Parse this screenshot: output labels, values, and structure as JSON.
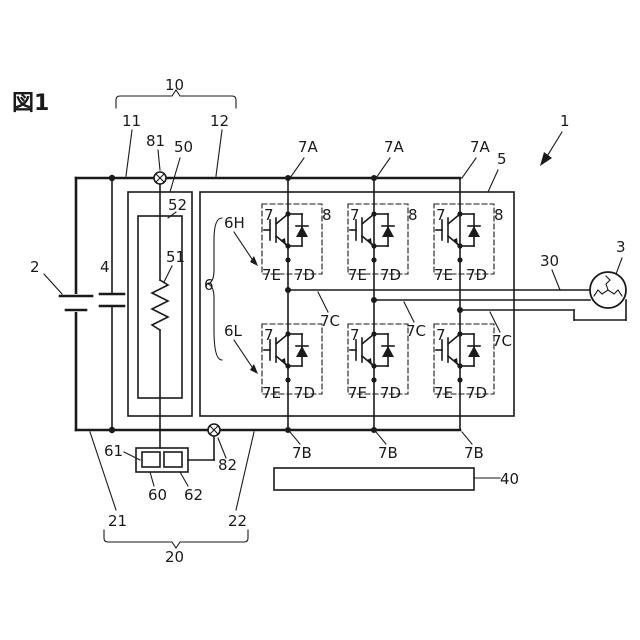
{
  "figure_label": "図1",
  "labels": {
    "l1": "1",
    "l2": "2",
    "l3": "3",
    "l4": "4",
    "l5": "5",
    "l6": "6",
    "l6H": "6H",
    "l6L": "6L",
    "l7": "7",
    "l7A": "7A",
    "l7B": "7B",
    "l7C": "7C",
    "l7D": "7D",
    "l7E": "7E",
    "l8": "8",
    "l10": "10",
    "l11": "11",
    "l12": "12",
    "l20": "20",
    "l21": "21",
    "l22": "22",
    "l30": "30",
    "l40": "40",
    "l50": "50",
    "l51": "51",
    "l52": "52",
    "l60": "60",
    "l61": "61",
    "l62": "62",
    "l81": "81",
    "l82": "82"
  }
}
